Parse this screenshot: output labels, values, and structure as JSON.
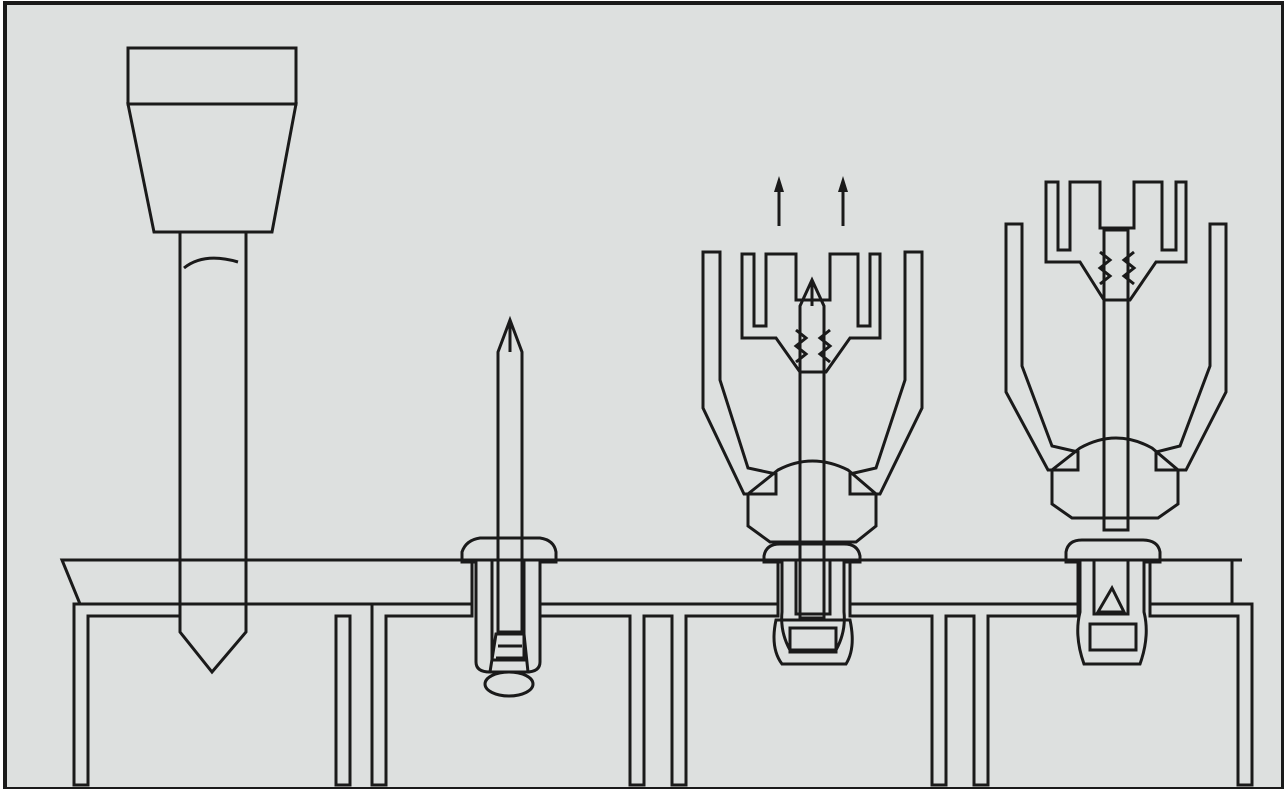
{
  "figure": {
    "background_color": "#dde0df",
    "line_color": "#1a1a1a",
    "steps": [
      {
        "name": "drill"
      },
      {
        "name": "insert-rivet"
      },
      {
        "name": "pull-mandrel"
      },
      {
        "name": "mandrel-breaks"
      }
    ],
    "arrow_direction": "up"
  }
}
